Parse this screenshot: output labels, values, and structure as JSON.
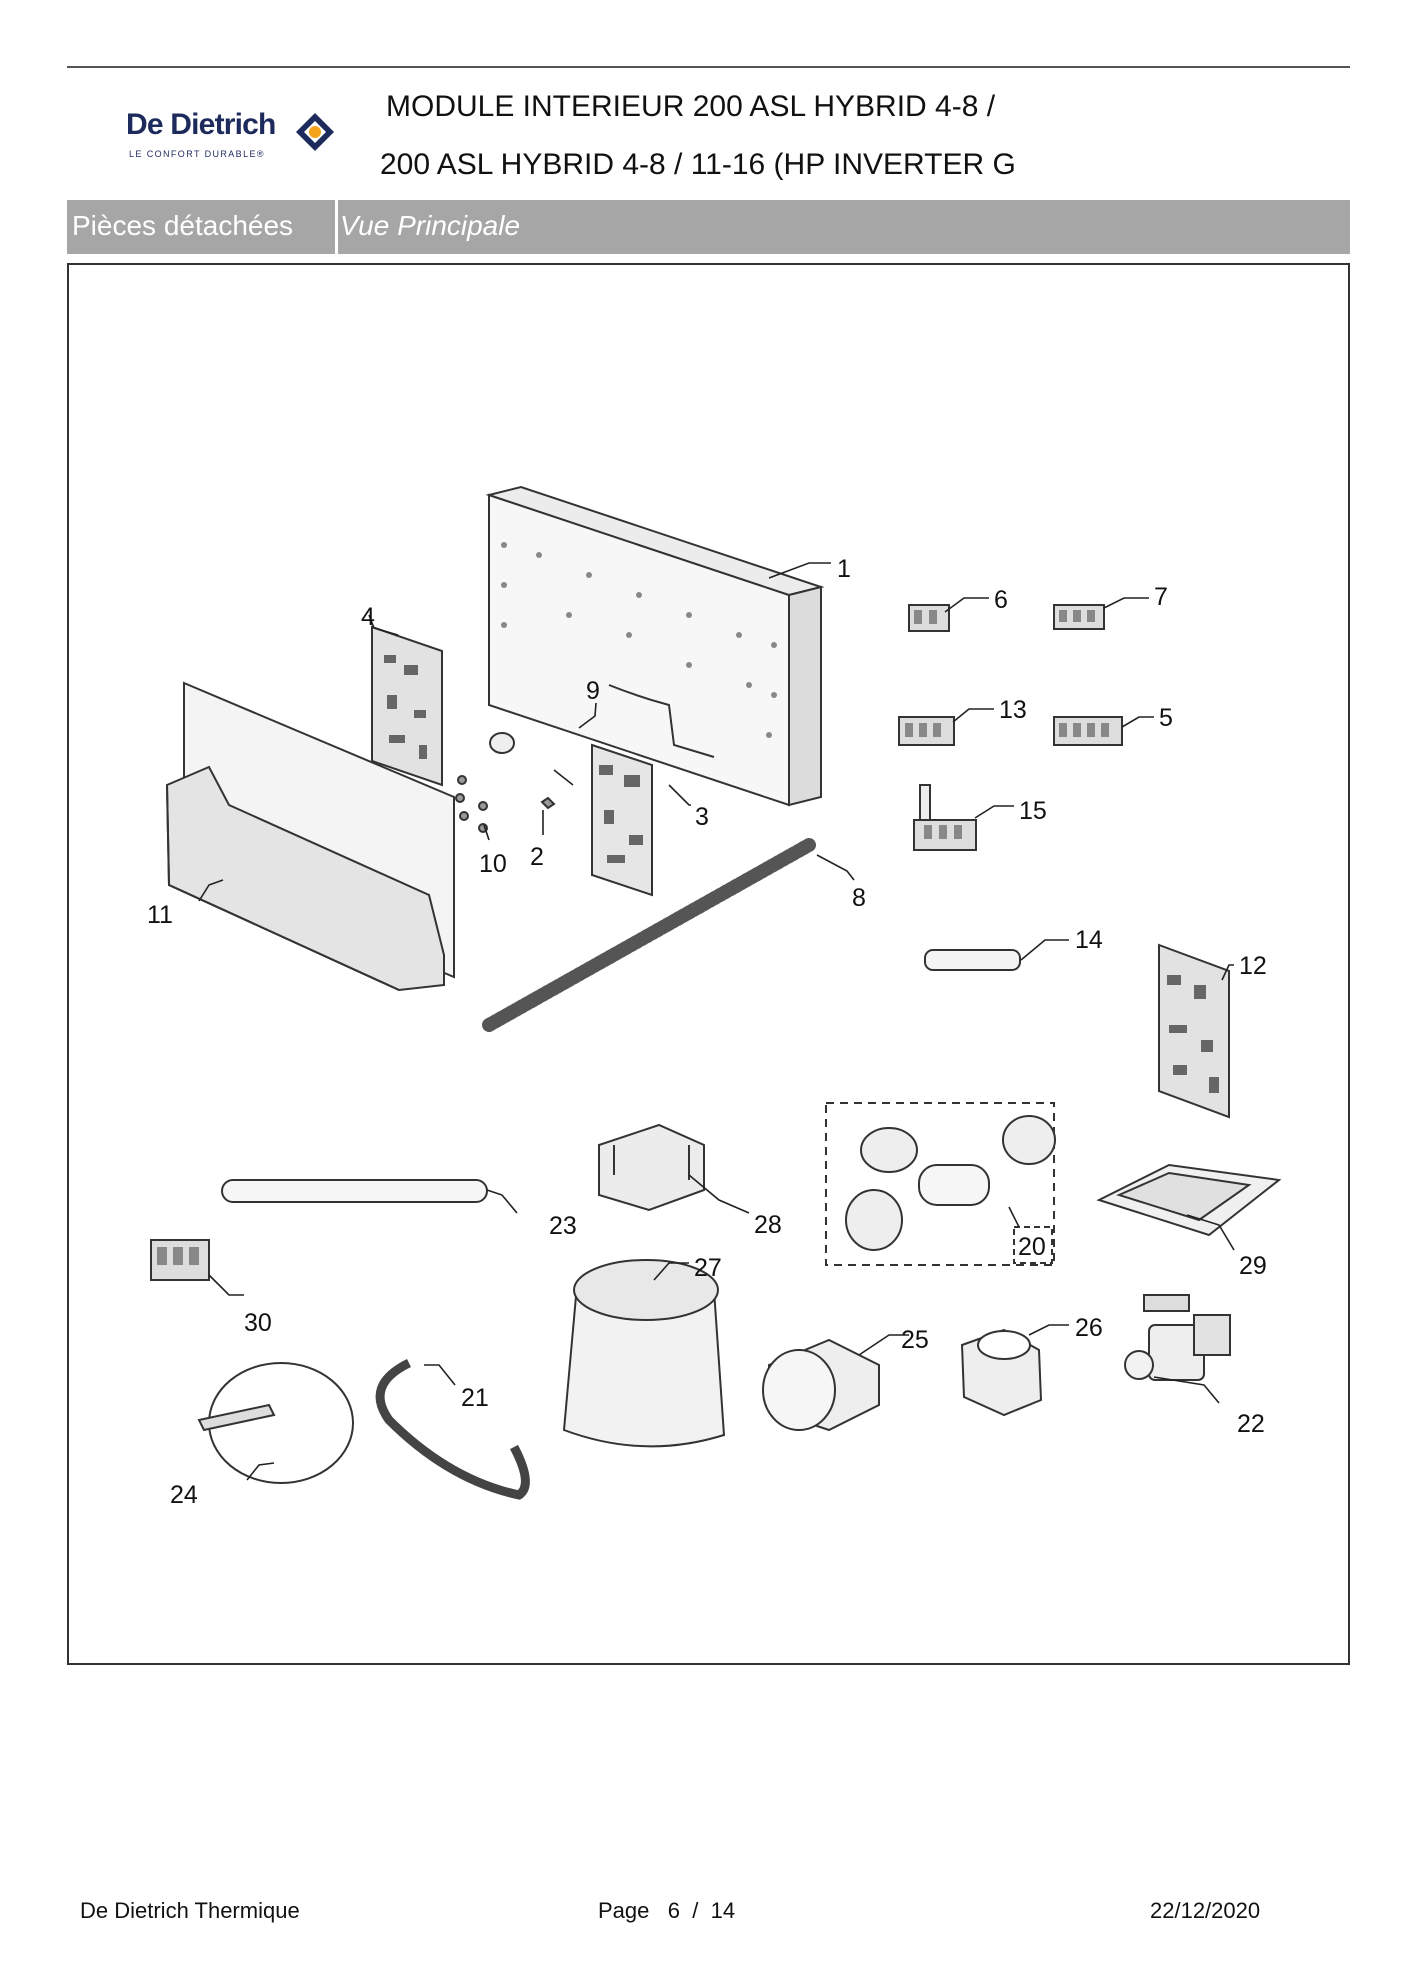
{
  "header": {
    "brand": "De Dietrich",
    "tagline": "LE CONFORT DURABLE®",
    "title_line1": "MODULE INTERIEUR 200 ASL HYBRID 4-8 /",
    "title_line2": "200 ASL HYBRID 4-8 / 11-16 (HP INVERTER G"
  },
  "section_bar": {
    "category": "Pièces détachées",
    "view": "Vue Principale"
  },
  "diagram": {
    "part_numbers": [
      "1",
      "2",
      "3",
      "4",
      "5",
      "6",
      "7",
      "8",
      "9",
      "10",
      "11",
      "12",
      "13",
      "14",
      "15",
      "20",
      "21",
      "22",
      "23",
      "24",
      "25",
      "26",
      "27",
      "28",
      "29",
      "30"
    ]
  },
  "footer": {
    "company": "De Dietrich Thermique",
    "page_label": "Page",
    "page_current": "6",
    "page_separator": "/",
    "page_total": "14",
    "date": "22/12/2020"
  }
}
